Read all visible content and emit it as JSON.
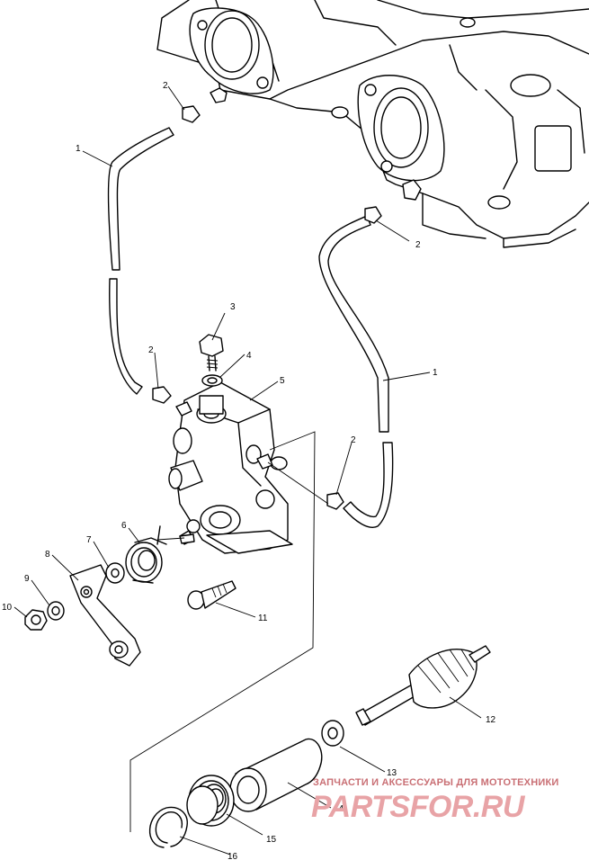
{
  "callouts": {
    "c1a": "1",
    "c1b": "1",
    "c2a": "2",
    "c2b": "2",
    "c2c": "2",
    "c2d": "2",
    "c3": "3",
    "c4": "4",
    "c5": "5",
    "c6": "6",
    "c7": "7",
    "c8": "8",
    "c9": "9",
    "c10": "10",
    "c11": "11",
    "c12": "12",
    "c13": "13",
    "c14": "14",
    "c15": "15",
    "c16": "16"
  },
  "watermark": {
    "tagline": "ЗАПЧАСТИ И АКСЕССУАРЫ ДЛЯ МОТОТЕХНИКИ",
    "logo": "PARTSFOR.RU"
  }
}
